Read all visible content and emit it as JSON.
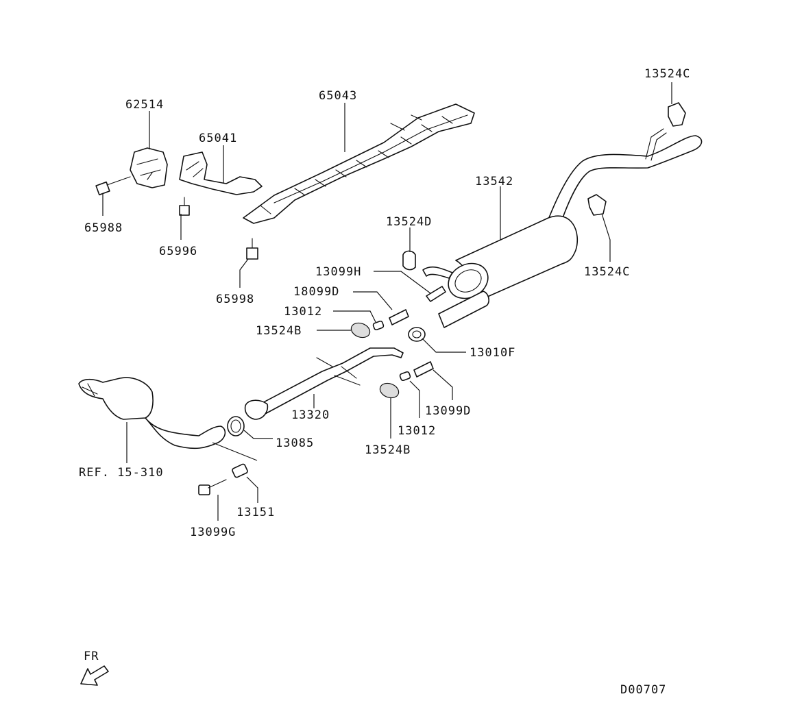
{
  "labels": {
    "p13524C_top": "13524C",
    "p62514": "62514",
    "p65043": "65043",
    "p65041": "65041",
    "p13542": "13542",
    "p65988": "65988",
    "p65996": "65996",
    "p13524D": "13524D",
    "p13524C_mid": "13524C",
    "p65998": "65998",
    "p13099H": "13099H",
    "p18099D": "18099D",
    "p13012_top": "13012",
    "p13524B_top": "13524B",
    "p13010F": "13010F",
    "p13320": "13320",
    "p13099D": "13099D",
    "p13085": "13085",
    "p13012_bot": "13012",
    "p13524B_bot": "13524B",
    "ref": "REF. 15-310",
    "p13151": "13151",
    "p13099G": "13099G",
    "front": "FR",
    "code": "D00707"
  },
  "icons": [
    "front-direction-arrow-icon"
  ]
}
